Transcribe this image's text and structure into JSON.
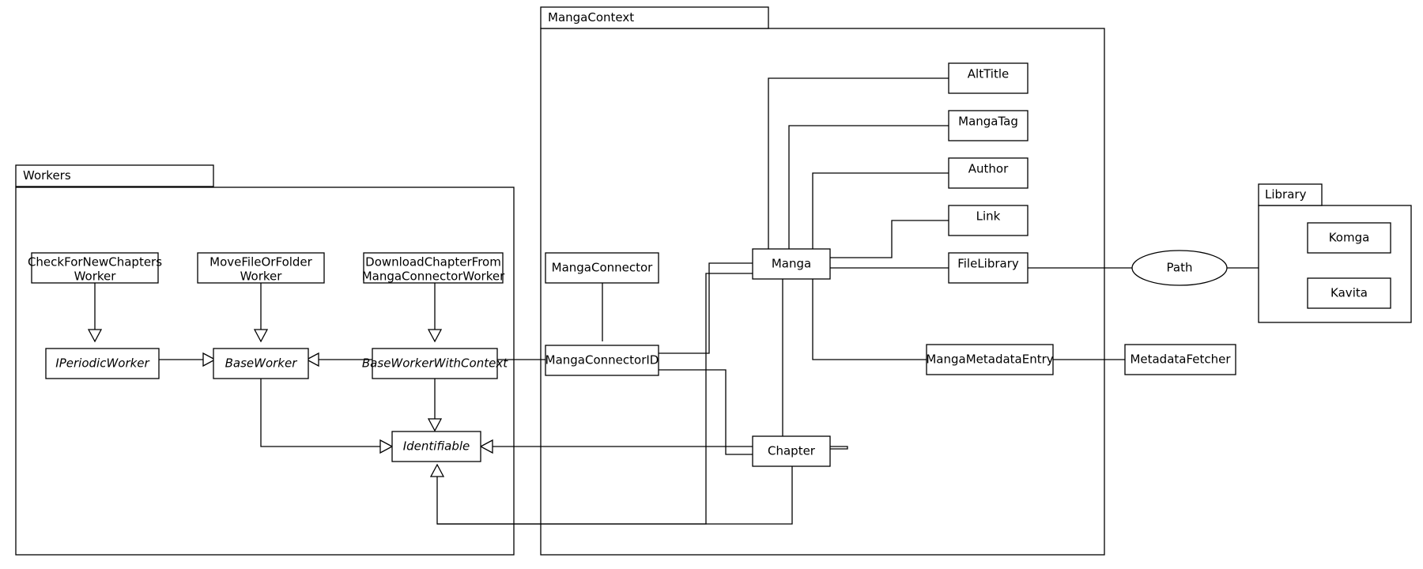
{
  "diagram": {
    "title": "Tranga class relationship diagram",
    "background_color": "#ffffff",
    "stroke_color": "#000000"
  },
  "packages": [
    {
      "id": "workers",
      "label": "Workers"
    },
    {
      "id": "mangacontext",
      "label": "MangaContext"
    },
    {
      "id": "library",
      "label": "Library"
    }
  ],
  "classes": {
    "check_for_new_chapters_worker": {
      "line1": "CheckForNewChapters",
      "line2": "Worker"
    },
    "move_file_or_folder_worker": {
      "line1": "MoveFileOrFolder",
      "line2": "Worker"
    },
    "download_chapter_from_manga_connector_worker": {
      "line1": "DownloadChapterFrom",
      "line2": "MangaConnectorWorker"
    },
    "iperiodicworker": {
      "label": "IPeriodicWorker",
      "abstract": true
    },
    "baseworker": {
      "label": "BaseWorker",
      "abstract": true
    },
    "baseworkerwithcontext": {
      "label": "BaseWorkerWithContext",
      "abstract": true
    },
    "identifiable": {
      "label": "Identifiable",
      "abstract": true
    },
    "mangaconnector": {
      "label": "MangaConnector"
    },
    "mangaconnectorid": {
      "label": "MangaConnectorID"
    },
    "manga": {
      "label": "Manga"
    },
    "chapter": {
      "label": "Chapter"
    },
    "alttitle": {
      "label": "AltTitle"
    },
    "mangatag": {
      "label": "MangaTag"
    },
    "author": {
      "label": "Author"
    },
    "link": {
      "label": "Link"
    },
    "filelibrary": {
      "label": "FileLibrary"
    },
    "mangametadataentry": {
      "label": "MangaMetadataEntry"
    },
    "metadatafetcher": {
      "label": "MetadataFetcher"
    },
    "path": {
      "label": "Path"
    },
    "komga": {
      "label": "Komga"
    },
    "kavita": {
      "label": "Kavita"
    }
  },
  "relationships": [
    {
      "from": "check_for_new_chapters_worker",
      "to": "iperiodicworker",
      "type": "generalization"
    },
    {
      "from": "move_file_or_folder_worker",
      "to": "baseworker",
      "type": "generalization"
    },
    {
      "from": "download_chapter_from_manga_connector_worker",
      "to": "baseworkerwithcontext",
      "type": "generalization"
    },
    {
      "from": "iperiodicworker",
      "to": "baseworker",
      "type": "generalization"
    },
    {
      "from": "baseworkerwithcontext",
      "to": "baseworker",
      "type": "generalization"
    },
    {
      "from": "baseworker",
      "to": "identifiable",
      "type": "generalization"
    },
    {
      "from": "baseworkerwithcontext",
      "to": "identifiable",
      "type": "generalization"
    },
    {
      "from": "chapter",
      "to": "identifiable",
      "type": "generalization"
    },
    {
      "from": "baseworkerwithcontext",
      "to": "mangaconnectorid",
      "type": "association"
    },
    {
      "from": "mangaconnector",
      "to": "mangaconnectorid",
      "type": "association"
    },
    {
      "from": "mangaconnectorid",
      "to": "manga",
      "type": "association"
    },
    {
      "from": "mangaconnectorid",
      "to": "chapter",
      "type": "association"
    },
    {
      "from": "manga",
      "to": "alttitle",
      "type": "association"
    },
    {
      "from": "manga",
      "to": "mangatag",
      "type": "association"
    },
    {
      "from": "manga",
      "to": "author",
      "type": "association"
    },
    {
      "from": "manga",
      "to": "link",
      "type": "association"
    },
    {
      "from": "manga",
      "to": "filelibrary",
      "type": "association"
    },
    {
      "from": "manga",
      "to": "mangametadataentry",
      "type": "association"
    },
    {
      "from": "manga",
      "to": "chapter",
      "type": "association"
    },
    {
      "from": "filelibrary",
      "to": "path",
      "type": "association"
    },
    {
      "from": "path",
      "to": "library",
      "type": "association"
    },
    {
      "from": "mangametadataentry",
      "to": "metadatafetcher",
      "type": "association"
    }
  ]
}
